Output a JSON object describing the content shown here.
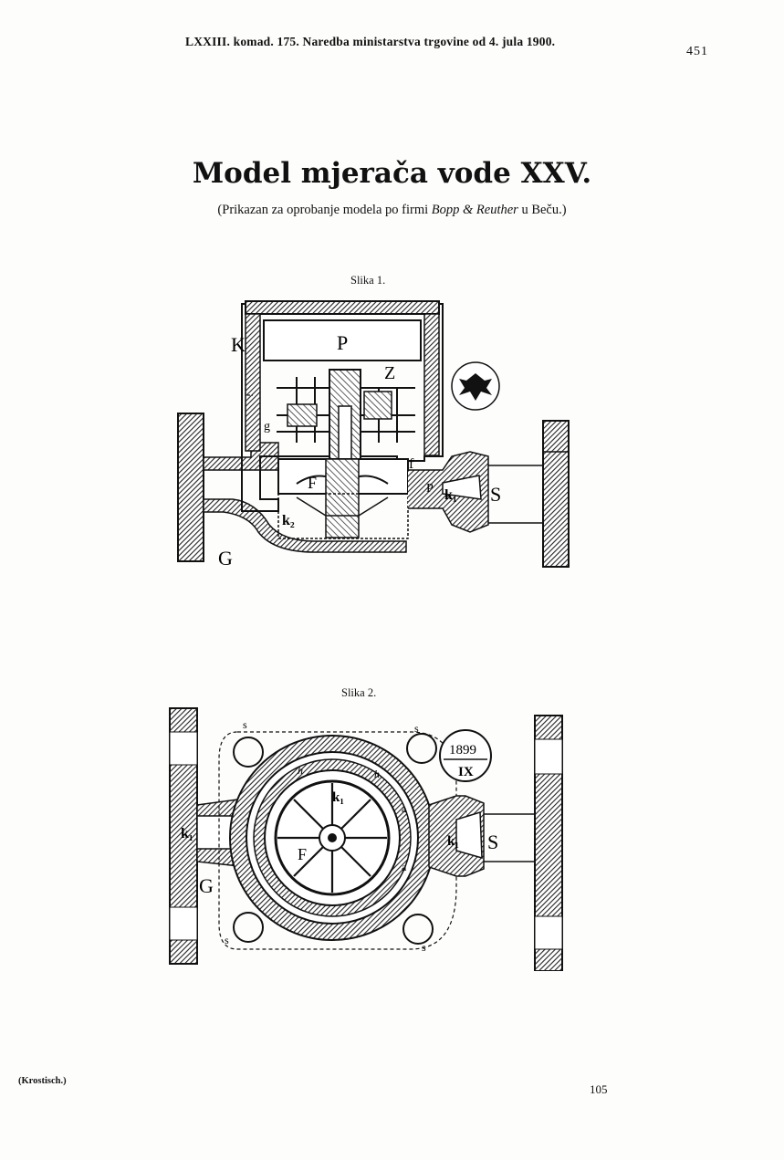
{
  "header": {
    "running_title": "LXXIII. komad. 175. Naredba ministarstva trgovine od 4. jula 1900.",
    "page_number": "451"
  },
  "title": "Model mjerača vode XXV.",
  "subtitle": {
    "prefix": "(Prikazan za oprobanje modela po firmi ",
    "firm": "Bopp & Reuther",
    "suffix": " u Beču.)"
  },
  "figure1": {
    "caption": "Slika 1.",
    "labels": {
      "K": "K",
      "P": "P",
      "Z": "Z",
      "G": "G",
      "S": "S",
      "F": "F",
      "f": "f",
      "p": "P",
      "k1": "k₁",
      "k2": "k₂",
      "g": "g"
    },
    "stamp": "eagle-emblem"
  },
  "figure2": {
    "caption": "Slika 2.",
    "labels": {
      "G": "G",
      "S": "S",
      "F": "F",
      "k1_left": "k₁",
      "k1_center": "k₁",
      "k1_right": "k₁",
      "h": "h",
      "a": "a",
      "s": "s"
    },
    "stamp": {
      "year": "1899",
      "month": "IX"
    }
  },
  "footer": {
    "left": "(Krostisch.)",
    "right": "105"
  }
}
